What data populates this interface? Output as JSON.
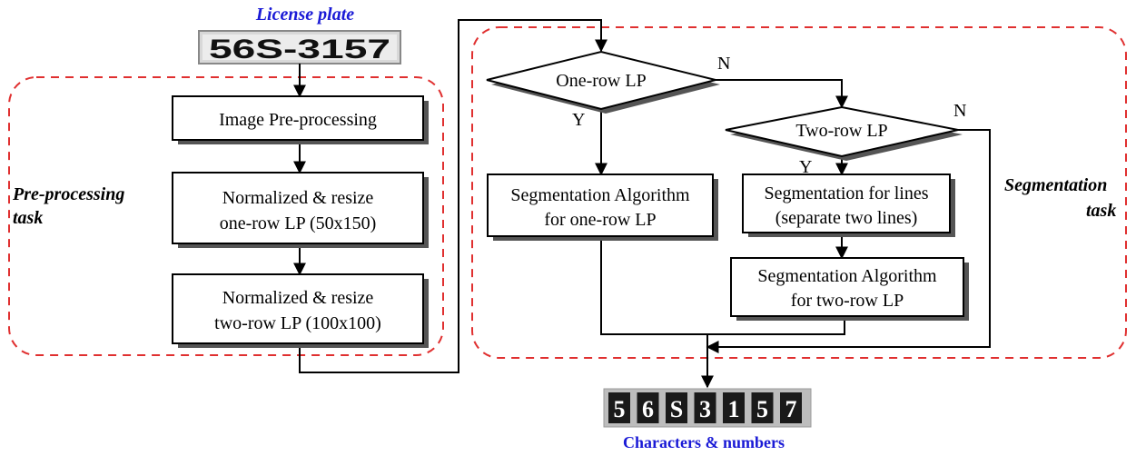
{
  "title": "License plate",
  "plate": {
    "text": "56S-3157"
  },
  "groups": {
    "preprocessing": {
      "label_line1": "Pre-processing",
      "label_line2": "task"
    },
    "segmentation": {
      "label_line1": "Segmentation",
      "label_line2": "task"
    }
  },
  "nodes": {
    "image_preprocessing": {
      "line1": "Image Pre-processing"
    },
    "normalize_one_row": {
      "line1": "Normalized & resize",
      "line2": "one-row LP (50x150)"
    },
    "normalize_two_row": {
      "line1": "Normalized & resize",
      "line2": "two-row LP (100x100)"
    },
    "decision_one_row": {
      "line1": "One-row LP"
    },
    "decision_two_row": {
      "line1": "Two-row LP"
    },
    "seg_one_row": {
      "line1": "Segmentation Algorithm",
      "line2": "for one-row LP"
    },
    "seg_lines": {
      "line1": "Segmentation for lines",
      "line2": "(separate two lines)"
    },
    "seg_two_row": {
      "line1": "Segmentation Algorithm",
      "line2": "for two-row LP"
    }
  },
  "edge_labels": {
    "one_row_no": "N",
    "one_row_yes": "Y",
    "two_row_no": "N",
    "two_row_yes": "Y"
  },
  "output": {
    "characters": [
      "5",
      "6",
      "S",
      "3",
      "1",
      "5",
      "7"
    ],
    "caption": "Characters & numbers"
  },
  "colors": {
    "title": "#1a1ad6",
    "group_border": "#e03030",
    "box_border": "#000000",
    "box_shadow": "#555555"
  }
}
